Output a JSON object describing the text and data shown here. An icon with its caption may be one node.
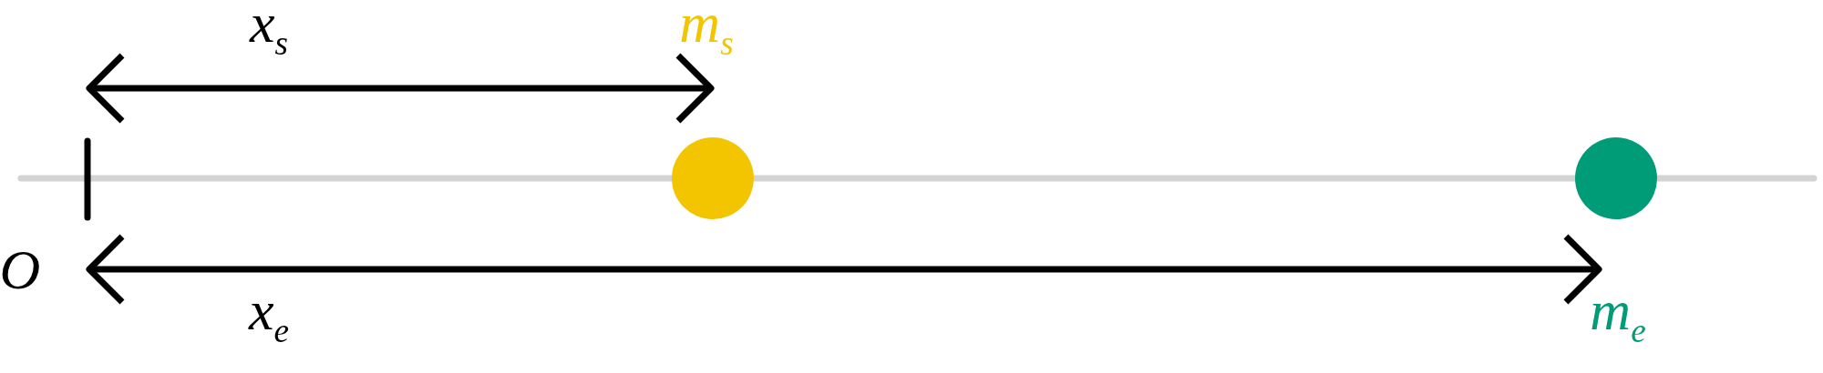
{
  "diagram": {
    "nodes": [
      {
        "text": [],
        "shape": "circle",
        "beside": [
          "m$_{s}$"
        ]
      },
      {
        "text": [],
        "shape": "circle",
        "beside": [
          "m$_{e}$"
        ]
      }
    ],
    "labels": [
      "O",
      "x$_{s}$",
      "x$_{e}$"
    ]
  }
}
